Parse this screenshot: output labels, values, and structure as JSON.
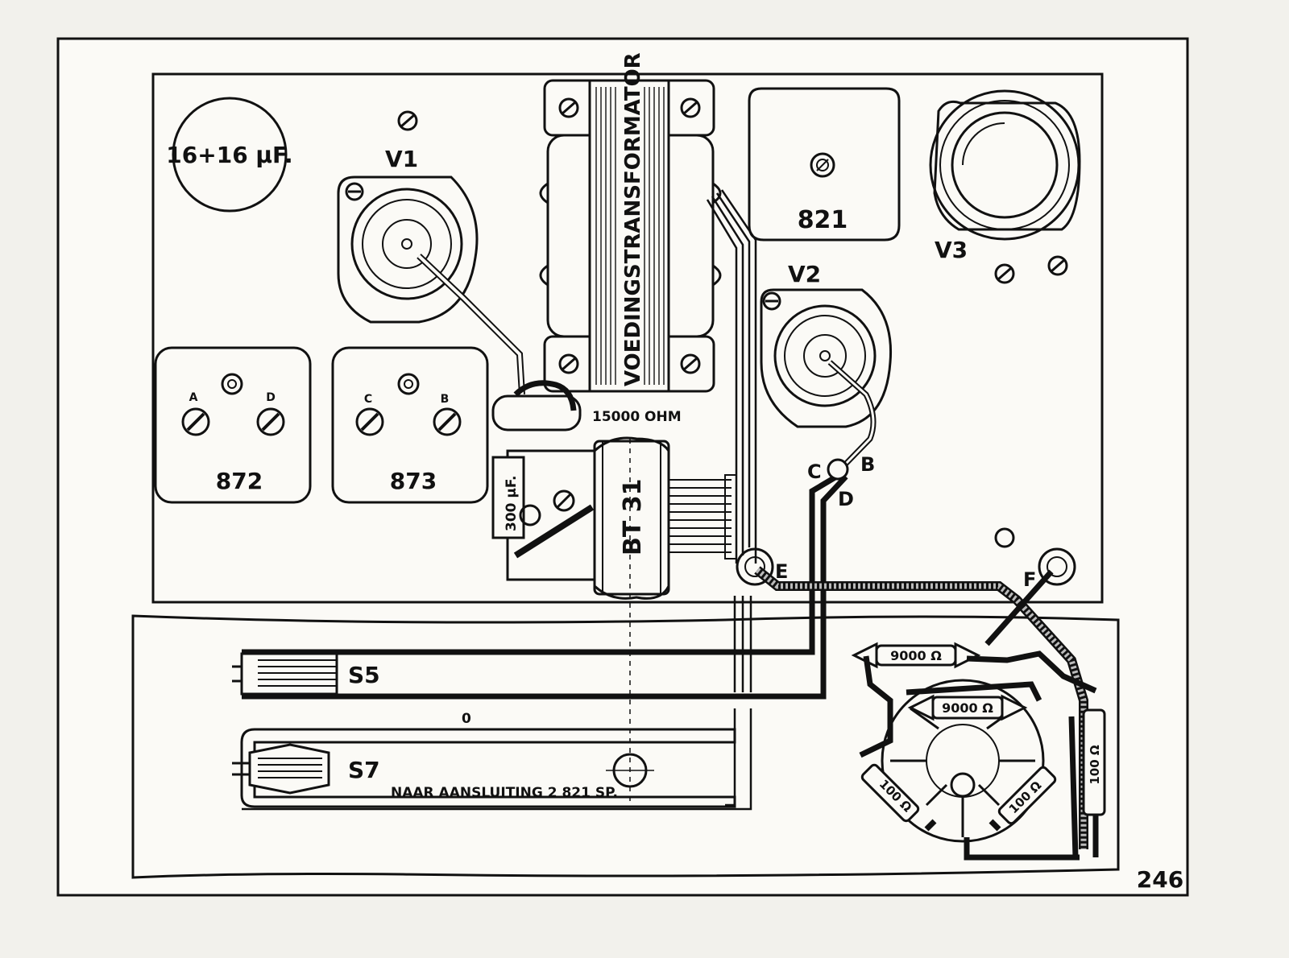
{
  "diagram": {
    "capacitor_label": "16+16 μF.",
    "tubes": {
      "v1": "V1",
      "v2": "V2",
      "v3": "V3"
    },
    "transformer_label": "VOEDINGSTRANSFORMATOR",
    "coil_821": "821",
    "coil_872": "872",
    "coil_873": "873",
    "coil_872_terminals": [
      "A",
      "D"
    ],
    "coil_873_terminals": [
      "C",
      "B"
    ],
    "resistor_15000": "15000 OHM",
    "cap_300": "300 μF.",
    "bt31": "BT 31",
    "terminals": {
      "c": "C",
      "b": "B",
      "d": "D",
      "e": "E",
      "f": "F"
    },
    "switch_s5": "S5",
    "switch_s7": "S7",
    "zero_label": "0",
    "connection_note": "NAAR AANSLUITING 2  821 SP.",
    "res_9000_a": "9000 Ω",
    "res_9000_b": "9000 Ω",
    "res_100_a": "100 Ω",
    "res_100_b": "100 Ω",
    "res_100_c": "100 Ω",
    "figure_number": "246"
  }
}
